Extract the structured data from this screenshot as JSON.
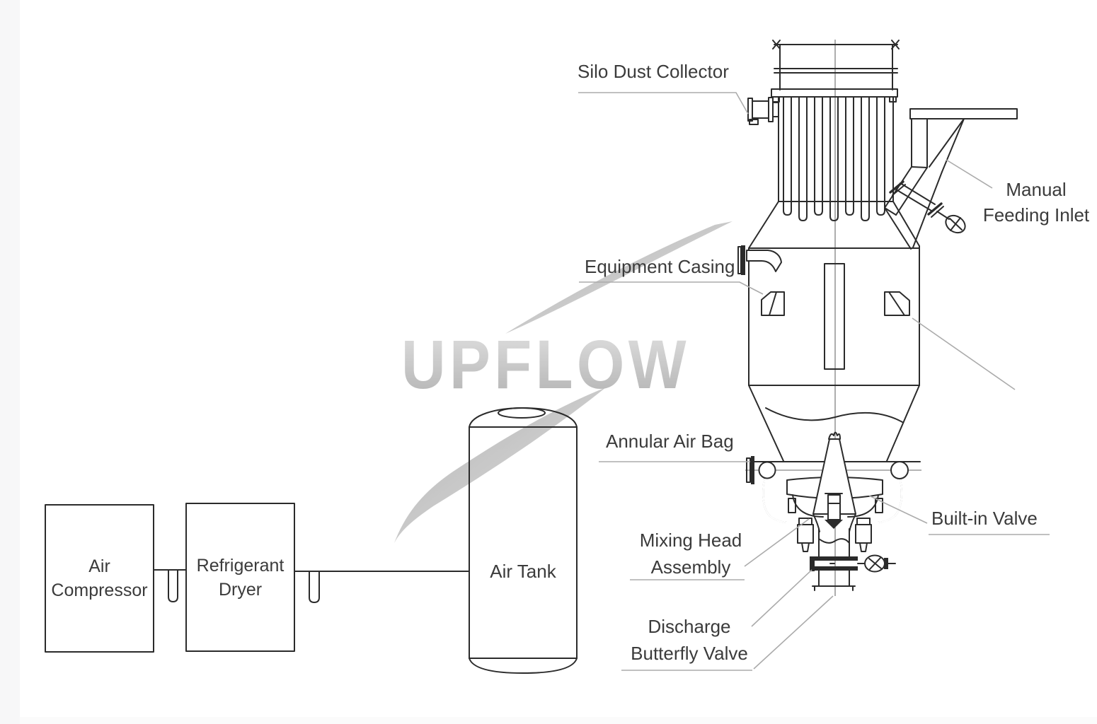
{
  "colors": {
    "line": "#2b2b2b",
    "leader": "#ababab",
    "text": "#3b3b3b",
    "bg": "#ffffff",
    "edge": "#f7f7f8"
  },
  "watermark": {
    "text": "UPFLOW",
    "color_light": "#dadada",
    "color_dark": "#9f9f9f"
  },
  "equipment_chain": {
    "air_compressor": "Air Compressor",
    "refrigerant_dryer": "Refrigerant Dryer",
    "air_tank": "Air Tank"
  },
  "labels": {
    "silo_dust_collector": "Silo Dust Collector",
    "manual_feeding_inlet_line1": "Manual",
    "manual_feeding_inlet_line2": "Feeding Inlet",
    "equipment_casing": "Equipment Casing",
    "annular_air_bag": "Annular Air Bag",
    "built_in_valve": "Built-in Valve",
    "mixing_head_line1": "Mixing Head",
    "mixing_head_line2": "Assembly",
    "discharge_line1": "Discharge",
    "discharge_line2": "Butterfly Valve"
  }
}
